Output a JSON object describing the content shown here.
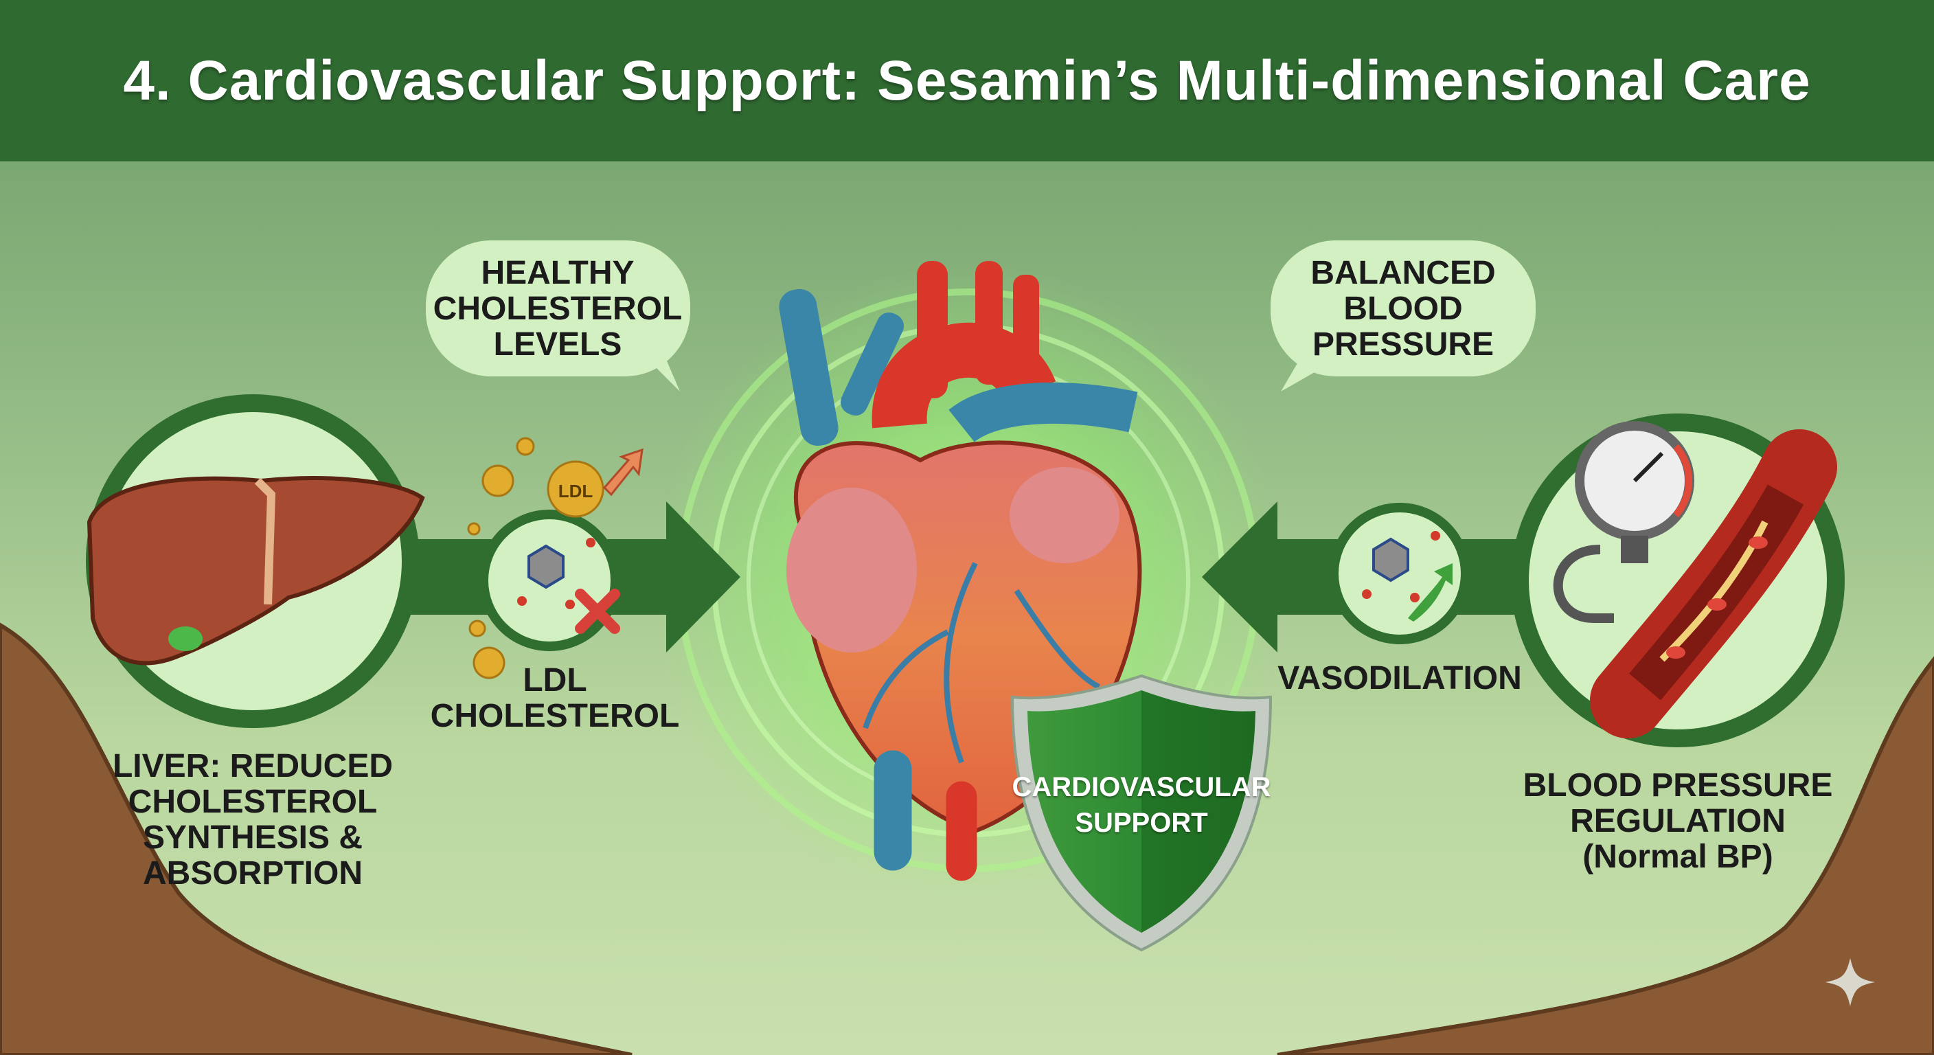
{
  "title": "4. Cardiovascular Support: Sesamin’s Multi-dimensional Care",
  "left": {
    "bubble_lines": [
      "HEALTHY",
      "CHOLESTEROL",
      "LEVELS"
    ],
    "ldl_badge": "LDL",
    "ldl_label_lines": [
      "LDL",
      "CHOLESTEROL"
    ],
    "liver_label_lines": [
      "LIVER: REDUCED",
      "CHOLESTEROL",
      "SYNTHESIS &",
      "ABSORPTION"
    ]
  },
  "center": {
    "shield_lines": [
      "CARDIOVASCULAR",
      "SUPPORT"
    ]
  },
  "right": {
    "bubble_lines": [
      "BALANCED",
      "BLOOD",
      "PRESSURE"
    ],
    "vaso_label": "VASODILATION",
    "bp_label_lines": [
      "BLOOD PRESSURE",
      "REGULATION",
      "(Normal BP)"
    ]
  },
  "colors": {
    "header": "#2f6a31",
    "ring": "#2f6e2f",
    "circle_fill": "#d3f0c2",
    "glow": "#7dff5a"
  }
}
